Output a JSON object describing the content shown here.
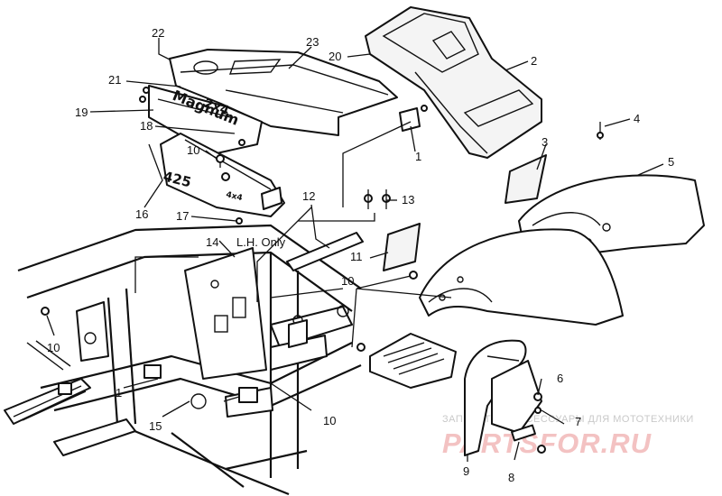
{
  "callouts": {
    "c1a": "1",
    "c1b": "1",
    "c2": "2",
    "c3": "3",
    "c4": "4",
    "c5": "5",
    "c6": "6",
    "c7": "7",
    "c8": "8",
    "c9": "9",
    "c10a": "10",
    "c10b": "10",
    "c10c": "10",
    "c10d": "10",
    "c11": "11",
    "c12": "12",
    "c13": "13",
    "c14": "14",
    "c15": "15",
    "c16": "16",
    "c17": "17",
    "c18": "18",
    "c19": "19",
    "c20": "20",
    "c21": "21",
    "c22": "22",
    "c23": "23"
  },
  "note": "L.H. Only",
  "decals": {
    "line1": "2x4",
    "line2": "Magnum",
    "line3": "425",
    "line4": "4x4"
  },
  "watermark": {
    "tagline": "ЗАПЧАСТИ И АКСЕССУАРЫ ДЛЯ МОТОТЕХНИКИ",
    "brand": "PARTSFOR.RU"
  }
}
